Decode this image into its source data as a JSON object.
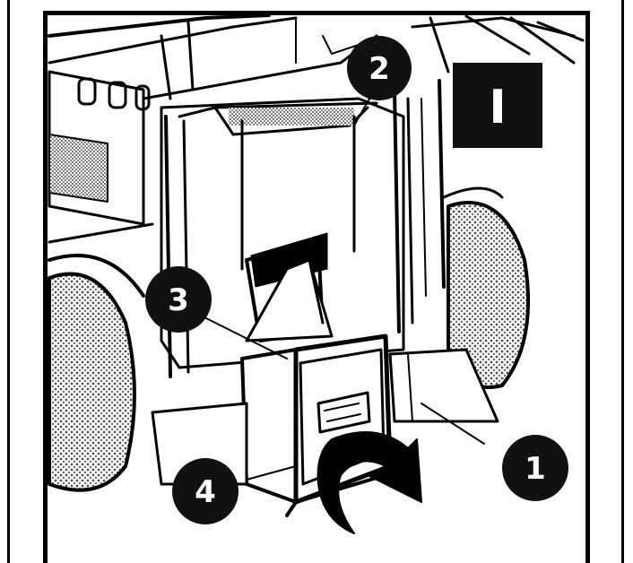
{
  "callouts": [
    {
      "label": "1"
    },
    {
      "label": "2"
    },
    {
      "label": "3"
    },
    {
      "label": "4"
    }
  ],
  "step_icon": {
    "label": "I"
  },
  "colors": {
    "line": "#000000",
    "paper": "#ffffff",
    "badge": "#111111",
    "hatch": "#7a7a7a"
  }
}
